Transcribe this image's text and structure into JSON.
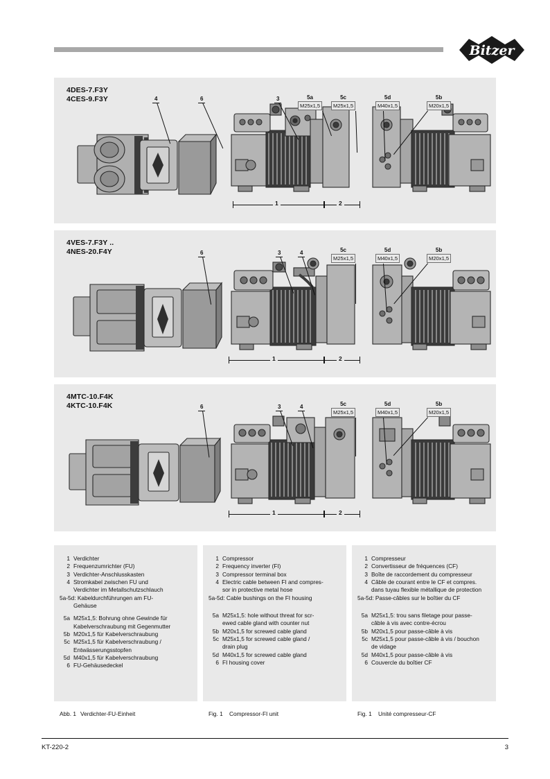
{
  "header": {
    "logo_text": "Bitzer"
  },
  "diagrams": [
    {
      "models": [
        "4DES-7.F3Y",
        "4CES-9.F3Y"
      ],
      "callouts_left": [
        "4",
        "6"
      ],
      "callouts_mid": [
        {
          "num": "3",
          "thread": ""
        },
        {
          "num": "5a",
          "thread": "M25x1,5"
        },
        {
          "num": "5c",
          "thread": "M25x1,5"
        }
      ],
      "callouts_right": [
        {
          "num": "5d",
          "thread": "M40x1,5"
        },
        {
          "num": "5b",
          "thread": "M20x1,5"
        }
      ],
      "dim_labels": [
        "1",
        "2"
      ]
    },
    {
      "models": [
        "4VES-7.F3Y ..",
        "4NES-20.F4Y"
      ],
      "callouts_left": [
        "6"
      ],
      "callouts_mid": [
        {
          "num": "3",
          "thread": ""
        },
        {
          "num": "4",
          "thread": ""
        },
        {
          "num": "5c",
          "thread": "M25x1,5"
        }
      ],
      "callouts_right": [
        {
          "num": "5d",
          "thread": "M40x1,5"
        },
        {
          "num": "5b",
          "thread": "M20x1,5"
        }
      ],
      "dim_labels": [
        "1",
        "2"
      ]
    },
    {
      "models": [
        "4MTC-10.F4K",
        "4KTC-10.F4K"
      ],
      "callouts_left": [
        "6"
      ],
      "callouts_mid": [
        {
          "num": "3",
          "thread": ""
        },
        {
          "num": "4",
          "thread": ""
        },
        {
          "num": "5c",
          "thread": "M25x1,5"
        }
      ],
      "callouts_right": [
        {
          "num": "5d",
          "thread": "M40x1,5"
        },
        {
          "num": "5b",
          "thread": "M20x1,5"
        }
      ],
      "dim_labels": [
        "1",
        "2"
      ]
    }
  ],
  "legend_de": {
    "items": [
      {
        "key": "1",
        "text": "Verdichter"
      },
      {
        "key": "2",
        "text": "Frequenzumrichter (FU)"
      },
      {
        "key": "3",
        "text": "Verdichter-Anschlusskasten"
      },
      {
        "key": "4",
        "text": "Stromkabel zwischen FU und"
      },
      {
        "key": "",
        "text": "Verdichter im Metallschutzschlauch"
      }
    ],
    "group_head": "5a-5d: Kabeldurchführungen am FU-",
    "group_head_2": "Gehäuse",
    "items2": [
      {
        "key": "5a",
        "text": "M25x1,5: Bohrung ohne Gewinde für"
      },
      {
        "key": "",
        "text": "Kabelverschraubung mit Gegenmutter"
      },
      {
        "key": "5b",
        "text": "M20x1,5 für Kabelverschraubung"
      },
      {
        "key": "5c",
        "text": "M25x1,5 für Kabelverschraubung /"
      },
      {
        "key": "",
        "text": "Entwässerungsstopfen"
      },
      {
        "key": "5d",
        "text": "M40x1,5 für Kabelverschraubung"
      },
      {
        "key": "6",
        "text": "FU-Gehäusedeckel"
      }
    ]
  },
  "legend_en": {
    "items": [
      {
        "key": "1",
        "text": "Compressor"
      },
      {
        "key": "2",
        "text": "Frequency inverter (FI)"
      },
      {
        "key": "3",
        "text": "Compressor terminal box"
      },
      {
        "key": "4",
        "text": "Electric cable between FI and compres-"
      },
      {
        "key": "",
        "text": "sor in protective metal hose"
      }
    ],
    "group_head": "5a-5d: Cable bushings on the FI housing",
    "group_head_2": "",
    "items2": [
      {
        "key": "5a",
        "text": "M25x1,5: hole without threat for scr-"
      },
      {
        "key": "",
        "text": "ewed cable gland with counter nut"
      },
      {
        "key": "5b",
        "text": "M20x1,5 for screwed cable gland"
      },
      {
        "key": "5c",
        "text": "M25x1,5 for screwed cable gland /"
      },
      {
        "key": "",
        "text": "drain plug"
      },
      {
        "key": "5d",
        "text": "M40x1,5 for screwed cable gland"
      },
      {
        "key": "6",
        "text": "FI housing cover"
      }
    ]
  },
  "legend_fr": {
    "items": [
      {
        "key": "1",
        "text": "Compresseur"
      },
      {
        "key": "2",
        "text": "Convertisseur de fréquences (CF)"
      },
      {
        "key": "3",
        "text": "Boîte de raccordement du compresseur"
      },
      {
        "key": "4",
        "text": "Câble de courant entre le CF et compres."
      },
      {
        "key": "",
        "text": "dans tuyau flexible métallique de protection"
      }
    ],
    "group_head": "5a-5d: Passe-câbles sur le boîtier du CF",
    "group_head_2": "",
    "items2": [
      {
        "key": "5a",
        "text": "M25x1,5: trou sans filetage pour passe-"
      },
      {
        "key": "",
        "text": "câble à vis avec contre-écrou"
      },
      {
        "key": "5b",
        "text": "M20x1,5 pour passe-câble à vis"
      },
      {
        "key": "5c",
        "text": "M25x1,5 pour passe-câble à vis / bouchon"
      },
      {
        "key": "",
        "text": "de vidage"
      },
      {
        "key": "5d",
        "text": "M40x1,5 pour passe-câble à vis"
      },
      {
        "key": "6",
        "text": "Couvercle du boîtier CF"
      }
    ]
  },
  "captions": {
    "de_key": "Abb. 1",
    "de_text": "Verdichter-FU-Einheit",
    "en_key": "Fig. 1",
    "en_text": "Compressor-FI unit",
    "fr_key": "Fig. 1",
    "fr_text": "Unité compresseur-CF"
  },
  "footer": {
    "doc_code": "KT-220-2",
    "page_number": "3"
  },
  "colors": {
    "panel_bg": "#e9e9e9",
    "rule": "#a8a8a8",
    "ink": "#1a1a1a",
    "machine_light": "#b4b4b4",
    "machine_mid": "#8f8f8f",
    "machine_dark": "#3a3a3a"
  }
}
